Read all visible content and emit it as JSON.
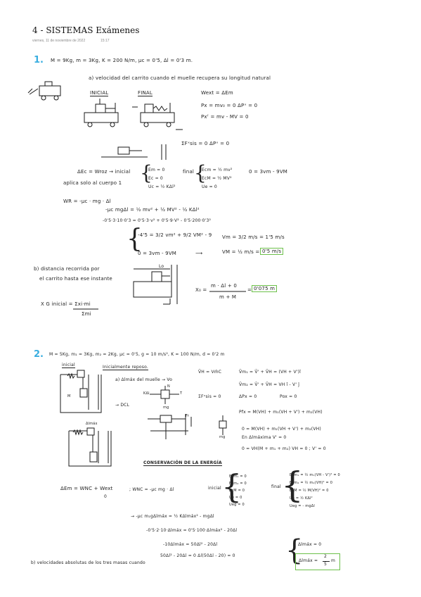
{
  "page": {
    "title": "4 - SISTEMAS Exámenes",
    "date": "viernes, 11 de noviembre de 2022",
    "time": "15:17"
  },
  "p1": {
    "num": "1.",
    "data": "M = 9Kg, m = 3Kg, K = 200 N/m, μc = 0'5, Δl = 0'3 m.",
    "a_q": "a) velocidad del carrito cuando el muelle recupera su longitud natural",
    "inicial": "INICIAL",
    "final": "FINAL",
    "wext": "Wext = ΔEm",
    "px": "Px = mv₀ = 0   ΔPˣ = 0",
    "pxf": "Pxᶠ = mv - MV = 0",
    "sumf": "ΣFˣsis = 0  ΔPˣ = 0",
    "dec": "ΔEc = Wroz → inicial",
    "aplica": "aplica solo al cuerpo 1",
    "ini_terms": [
      "Em = 0",
      "Ec = 0",
      "Uc = ½ KΔl²"
    ],
    "final_lbl": "final",
    "fin_terms": [
      "Ecm = ½ mv²",
      "EcM = ½ MV²",
      "Ue = 0"
    ],
    "zero_eq": "0 = 3vm - 9VM",
    "wr": "WR = -μc · mg · Δl",
    "eq1": "-μc mgΔl = ½ mv² + ½ MV² - ½ KΔl²",
    "eq2": "-0'5·3·10·0'3 = 0'5·3·v² + 0'5·9·V² - 0'5·200·0'3²",
    "eq3": "-4'5 = 3/2 vm² + 9/2 VM² - 9",
    "eq4": "0 = 3vm - 9VM",
    "vm": "Vm = 3/2 m/s = 1'5 m/s",
    "vM": "VM = ½ m/s =",
    "vM_box": "0'5 m/s",
    "b_q1": "b) distancia recorrida por",
    "b_q2": "el carrito hasta ese instante",
    "lo": "Lo",
    "xo": "X₀ =",
    "xo_num": "m · Δl + 0",
    "xo_den": "m + M",
    "xo_eq": "=",
    "xo_box": "0'075 m",
    "xg": "X G inicial = Σxi·mi",
    "xg_den": "Σmi"
  },
  "p2": {
    "num": "2.",
    "data": "M = 5Kg, m₁ = 3Kg, m₂ = 2Kg, μc = 0'5, g = 10 m/s², K = 100 N/m, d = 0'2 m",
    "inicial": "inicial",
    "ini_reposo": "Inicialmente reposo.",
    "a_q": "a) Δlmáx del muelle → Vo",
    "vh": "V̄H = Vm̄C",
    "vm1": "V̄m₁ = V̄' + V̄H = (VH + V')î",
    "vm2": "V̄m₂ = V̄' + V̄H = VH î - V' ĵ",
    "dcl": "→ DCL",
    "kdl": "KΔl",
    "t": "T",
    "n": "N",
    "mg": "mg",
    "fr": "Fr",
    "sumf": "ΣFˣsis = 0",
    "dpx": "ΔPx = 0",
    "pox": "Pox = 0",
    "pfx": "Pfx = M(VH) + m₁(VH + V') + m₂(VH)",
    "cons1": "0 = M(VH) + m₁(VH + V') + m₂(VH)",
    "enmax": "En Δlmáxima V' = 0",
    "cons2": "0 = VH(M + m₁ + m₂)   VH = 0 ; V' = 0",
    "mg1": "mg",
    "alm": "Δlmáx",
    "cons_title": "CONSERVACIÓN DE LA ENERGÍA",
    "dem": "ΔEm = WNC + Wext",
    "zero": "0",
    "wnc": "; WNC = -μc mg · Δl",
    "ini": "inicial",
    "ini_terms": [
      "Ecm₁ = 0",
      "Ecm₂ = 0",
      "EcM = 0",
      "Ue = 0",
      "Ueg = 0"
    ],
    "fin": "final",
    "fin_terms": [
      "Ecm₁ = ½ m₁(VH - V')² = 0",
      "Ecm₂ = ½ m₂(VH)² = 0",
      "EcM = ½ M(VH)² = 0",
      "Ue = ½ KΔl²",
      "Ueg = - mgΔl"
    ],
    "eq1": "→ -μc m₁gΔlmáx = ½ KΔlmáx² - mgΔl",
    "eq2": "-0'5·2·10·Δlmáx = 0'5·100·Δlmáx² - 20Δl",
    "eq3": "-10Δlmáx = 50Δl² - 20Δl",
    "eq4": "50Δl² - 20Δl = 0     Δl(50Δl - 20) = 0",
    "r1": "Δlmáx = 0",
    "r2": "Δlmáx =",
    "r2_num": "2",
    "r2_den": "5",
    "r2_unit": "m",
    "b_q": "b) velocidades absolutas de los tres masas cuando"
  },
  "colors": {
    "accent": "#3aaee0",
    "answer_box": "#6cc04a",
    "ink": "#1a1a1a"
  }
}
